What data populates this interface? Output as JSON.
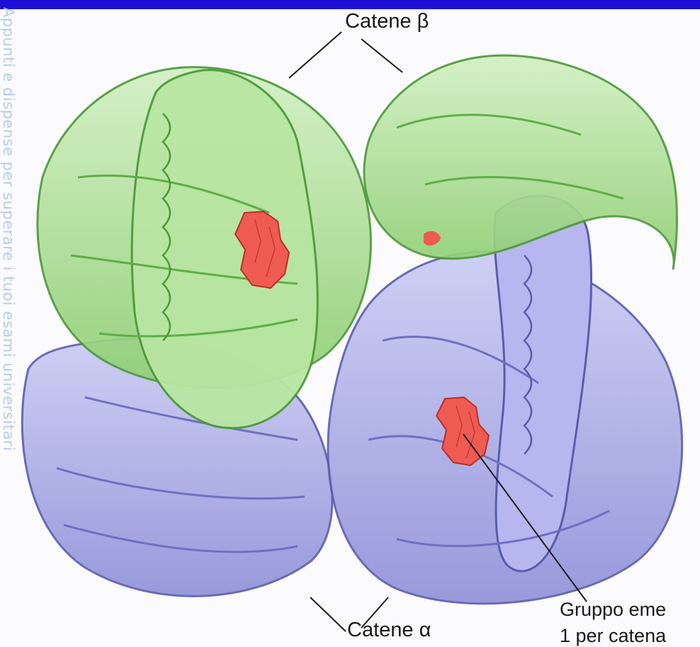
{
  "watermark": "Appunti e dispense per superare i tuoi esami universitari",
  "labels": {
    "beta_chains": "Catene β",
    "alpha_chains": "Catene α",
    "heme_group": "Gruppo eme",
    "heme_per_chain": "1 per catena"
  },
  "colors": {
    "beta_chain": "#a9dc8f",
    "alpha_chain": "#a7a8e6",
    "heme": "#ef5a52",
    "top_bar": "#1f0fd6"
  }
}
